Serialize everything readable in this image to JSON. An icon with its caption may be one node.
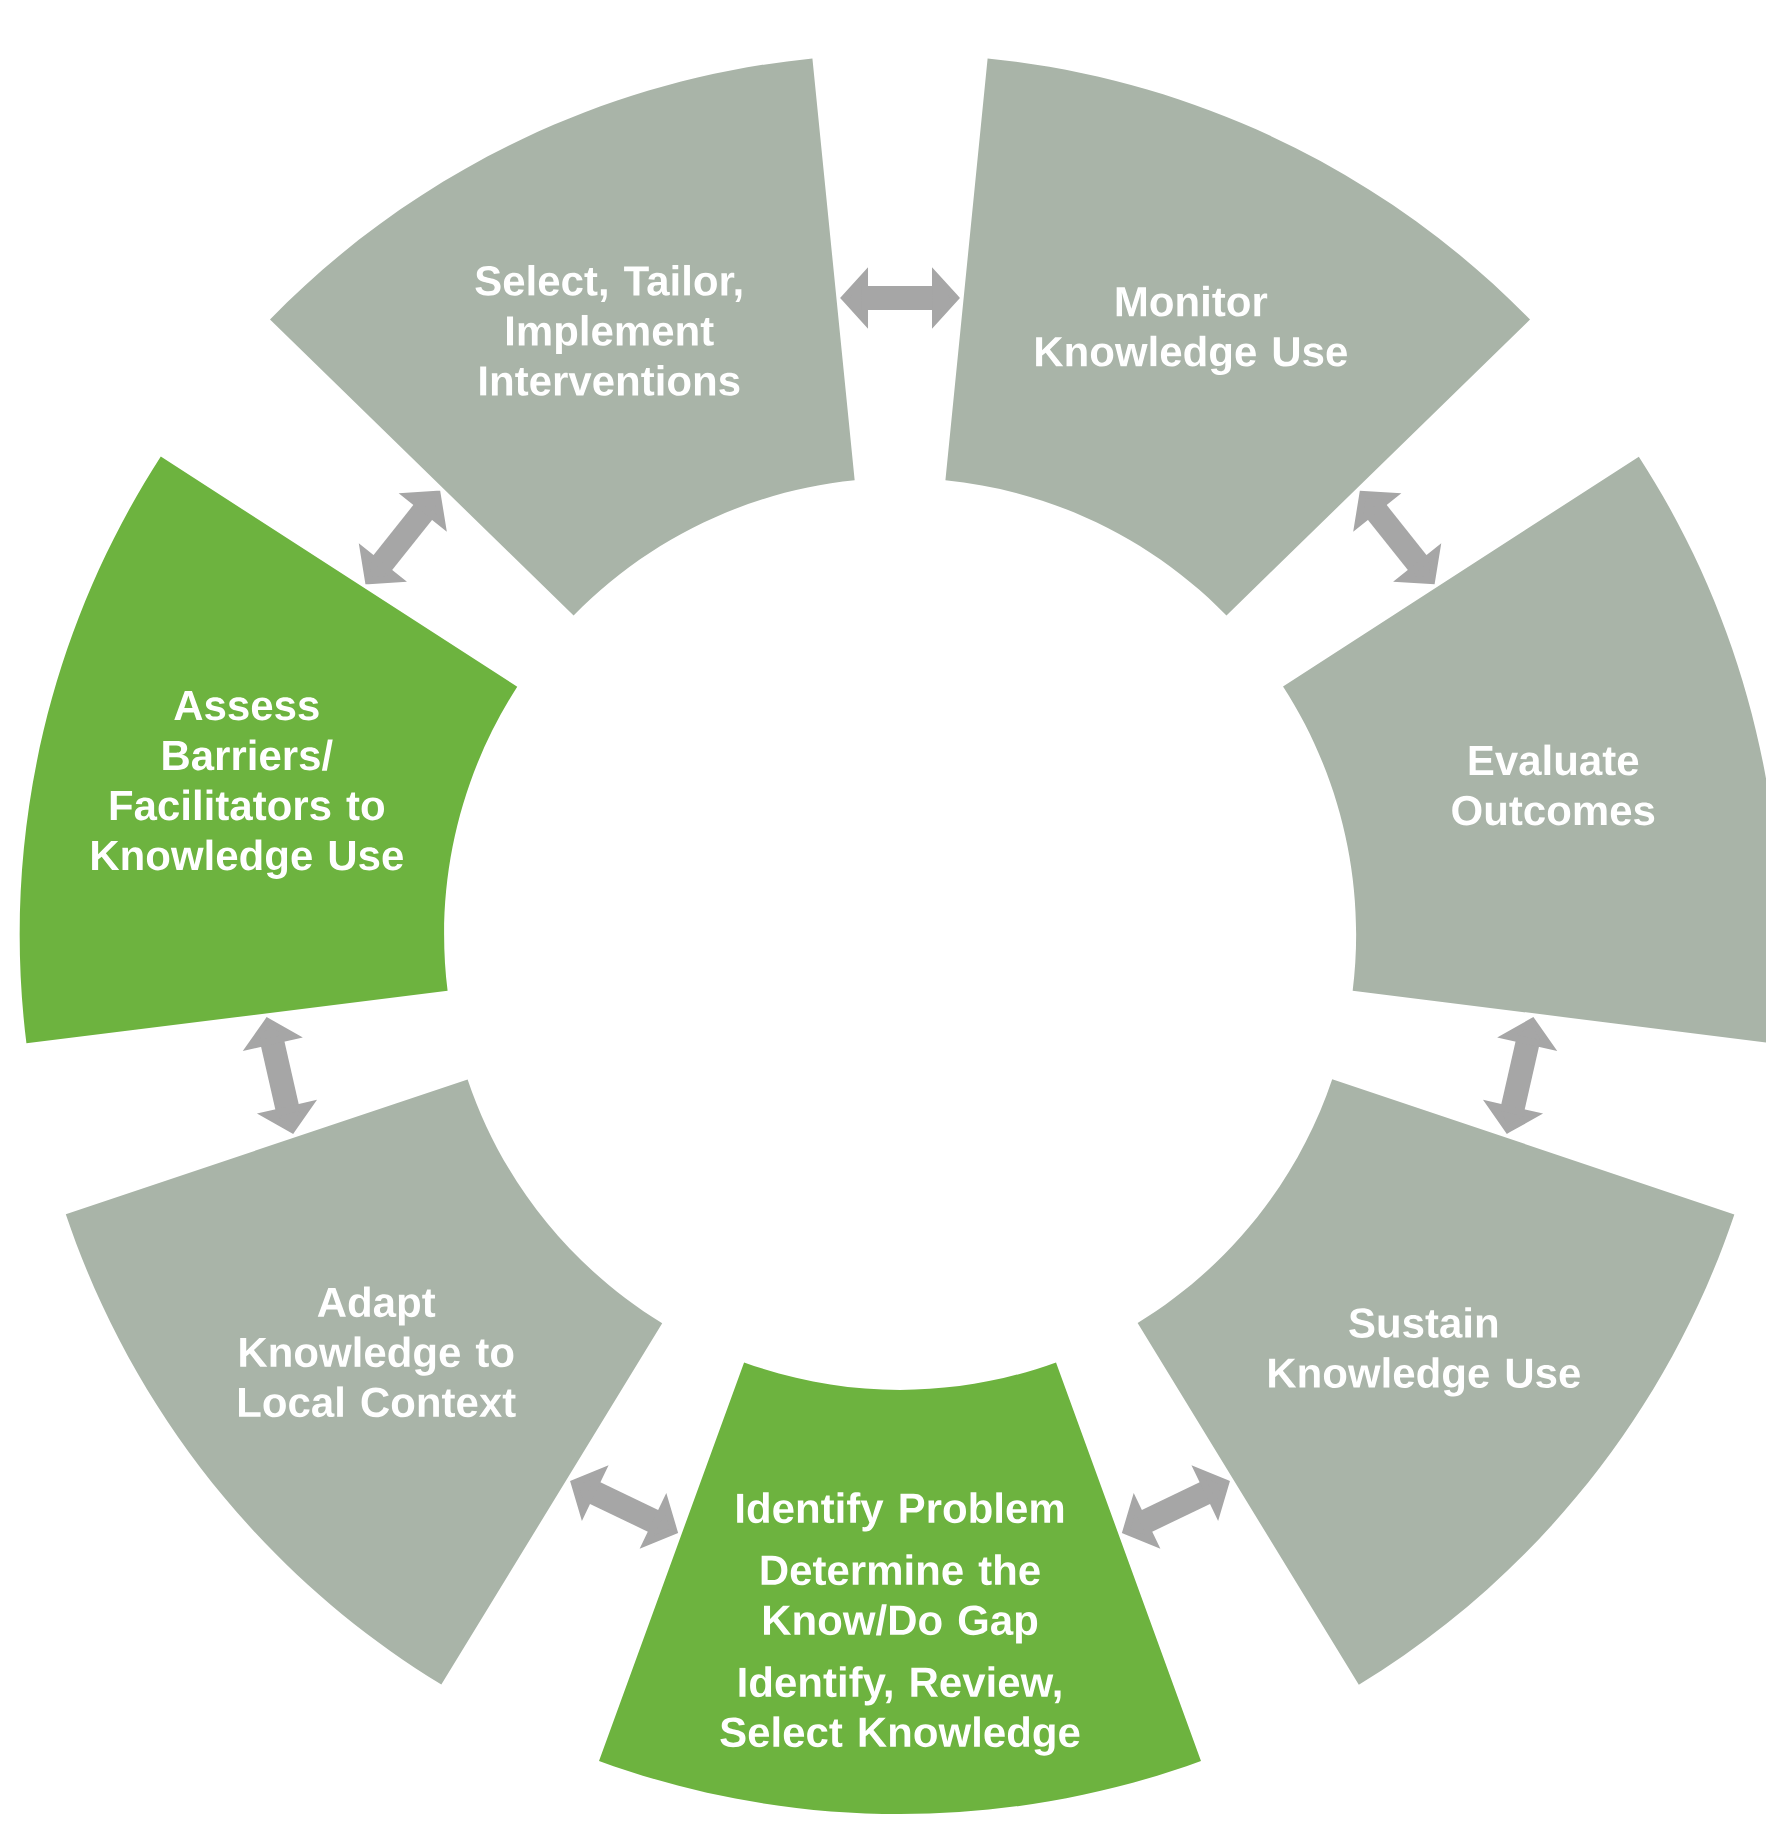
{
  "diagram": {
    "nodes": [
      {
        "text": [
          "Identify Problem",
          "Determine the Know/Do Gap",
          "Identify, Review, Select Knowledge"
        ]
      },
      {
        "text": [
          "Adapt Knowledge to Local Context"
        ]
      },
      {
        "text": [
          "Assess Barriers/ Facilitators to Knowledge Use"
        ]
      },
      {
        "text": [
          "Select, Tailor, Implement Interventions"
        ]
      },
      {
        "text": [
          "Monitor Knowledge Use"
        ]
      },
      {
        "text": [
          "Evaluate Outcomes"
        ]
      },
      {
        "text": [
          "Sustain Knowledge Use"
        ]
      }
    ],
    "edges": [
      {
        "from": 0,
        "to": 1,
        "arrow": "both"
      },
      {
        "from": 1,
        "to": 2,
        "arrow": "both"
      },
      {
        "from": 2,
        "to": 3,
        "arrow": "both"
      },
      {
        "from": 3,
        "to": 4,
        "arrow": "both"
      },
      {
        "from": 4,
        "to": 5,
        "arrow": "both"
      },
      {
        "from": 5,
        "to": 6,
        "arrow": "both"
      },
      {
        "from": 6,
        "to": 0,
        "arrow": "both"
      }
    ]
  }
}
